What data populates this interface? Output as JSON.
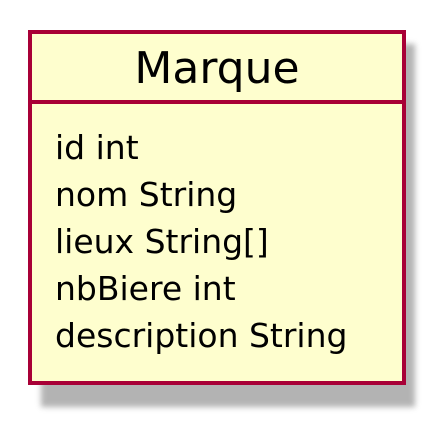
{
  "class": {
    "name": "Marque",
    "attributes": [
      "id int",
      "nom String",
      "lieux String[]",
      "nbBiere int",
      "description String"
    ]
  },
  "colors": {
    "border": "#a80036",
    "fill": "#fefece",
    "shadow": "#9a9a9a"
  }
}
